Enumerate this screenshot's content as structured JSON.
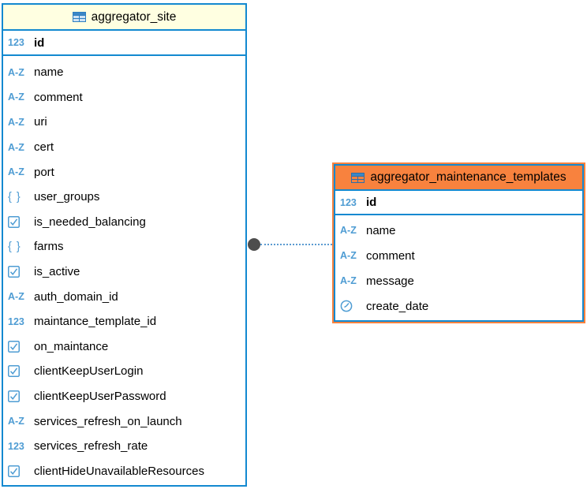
{
  "colors": {
    "table_border_blue": "#1389D0",
    "selection_orange": "#F8823E",
    "header_cream": "#FFFFE1",
    "icon_blue": "#4E9CD3",
    "connector_gray": "#4D4D4D"
  },
  "icon_glyphs": {
    "numeric-123-icon": "123",
    "text-az-icon": "A-Z",
    "json-braces-icon": "{ }"
  },
  "tables": [
    {
      "title": "aggregator_site",
      "primary_key": {
        "label": "id",
        "icon": "numeric-123-icon"
      },
      "columns": [
        {
          "label": "name",
          "icon": "text-az-icon"
        },
        {
          "label": "comment",
          "icon": "text-az-icon"
        },
        {
          "label": "uri",
          "icon": "text-az-icon"
        },
        {
          "label": "cert",
          "icon": "text-az-icon"
        },
        {
          "label": "port",
          "icon": "text-az-icon"
        },
        {
          "label": "user_groups",
          "icon": "json-braces-icon"
        },
        {
          "label": "is_needed_balancing",
          "icon": "boolean-checkbox-icon"
        },
        {
          "label": "farms",
          "icon": "json-braces-icon"
        },
        {
          "label": "is_active",
          "icon": "boolean-checkbox-icon"
        },
        {
          "label": "auth_domain_id",
          "icon": "text-az-icon"
        },
        {
          "label": "maintance_template_id",
          "icon": "numeric-123-icon"
        },
        {
          "label": "on_maintance",
          "icon": "boolean-checkbox-icon"
        },
        {
          "label": "clientKeepUserLogin",
          "icon": "boolean-checkbox-icon"
        },
        {
          "label": "clientKeepUserPassword",
          "icon": "boolean-checkbox-icon"
        },
        {
          "label": "services_refresh_on_launch",
          "icon": "text-az-icon"
        },
        {
          "label": "services_refresh_rate",
          "icon": "numeric-123-icon"
        },
        {
          "label": "clientHideUnavailableResources",
          "icon": "boolean-checkbox-icon"
        }
      ]
    },
    {
      "title": "aggregator_maintenance_templates",
      "primary_key": {
        "label": "id",
        "icon": "numeric-123-icon"
      },
      "columns": [
        {
          "label": "name",
          "icon": "text-az-icon"
        },
        {
          "label": "comment",
          "icon": "text-az-icon"
        },
        {
          "label": "message",
          "icon": "text-az-icon"
        },
        {
          "label": "create_date",
          "icon": "datetime-clock-icon"
        }
      ]
    }
  ],
  "connector": {
    "type": "relation-line",
    "style": "dotted-with-origin-dot"
  }
}
